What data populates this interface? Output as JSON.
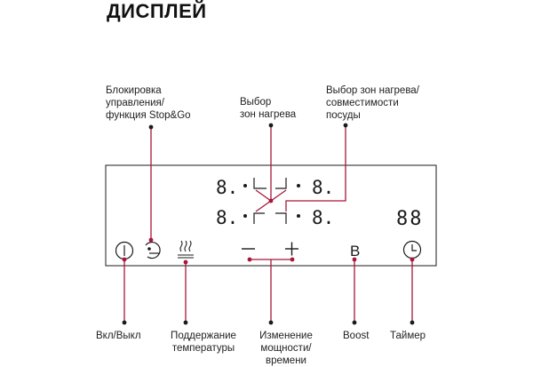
{
  "title": "ДИСПЛЕЙ",
  "colors": {
    "accent": "#a8163a",
    "line": "#1b1b1b"
  },
  "labels": {
    "lock": [
      "Блокировка",
      "управления/",
      "функция Stop&Go"
    ],
    "zone_select": [
      "Выбор",
      "зон нагрева"
    ],
    "zone_compat": [
      "Выбор зон нагрева/",
      "совместимости",
      "посуды"
    ],
    "power": "Вкл/Выкл",
    "keep_warm": [
      "Поддержание",
      "температуры"
    ],
    "change": [
      "Изменение",
      "мощности/",
      "времени"
    ],
    "boost": "Boost",
    "timer": "Таймер"
  },
  "display": {
    "zone_digit": "8.",
    "timer_digits": "88",
    "boost_key": "B",
    "minus_key": "—",
    "plus_key": "+"
  },
  "icons": [
    "power-icon",
    "lock-stopgo-icon",
    "keep-warm-icon",
    "minus-icon",
    "plus-icon",
    "boost-key",
    "clock-icon"
  ]
}
